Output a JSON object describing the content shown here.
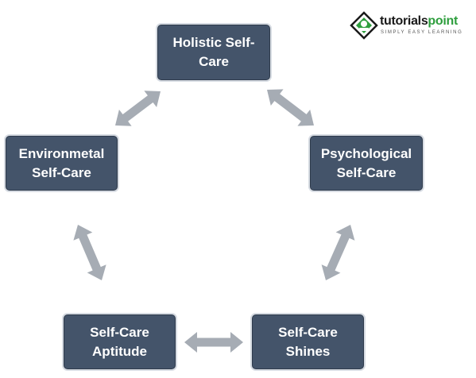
{
  "logo": {
    "name_main": "tutorials",
    "name_accent": "point",
    "tagline": "SIMPLY EASY LEARNING"
  },
  "diagram": {
    "nodes": {
      "holistic": {
        "line1": "Holistic Self-",
        "line2": "Care"
      },
      "psychological": {
        "line1": "Psychological",
        "line2": "Self-Care"
      },
      "environmental": {
        "line1": "Environmetal",
        "line2": "Self-Care"
      },
      "aptitude": {
        "line1": "Self-Care",
        "line2": "Aptitude"
      },
      "shines": {
        "line1": "Self-Care",
        "line2": "Shines"
      }
    },
    "colors": {
      "node_fill": "#44546a",
      "node_text": "#ffffff",
      "arrow_fill": "#a6acb4"
    },
    "edges": [
      {
        "from": "holistic",
        "to": "environmental",
        "direction": "both"
      },
      {
        "from": "holistic",
        "to": "psychological",
        "direction": "both"
      },
      {
        "from": "environmental",
        "to": "aptitude",
        "direction": "both"
      },
      {
        "from": "psychological",
        "to": "shines",
        "direction": "both"
      },
      {
        "from": "aptitude",
        "to": "shines",
        "direction": "both"
      }
    ]
  }
}
